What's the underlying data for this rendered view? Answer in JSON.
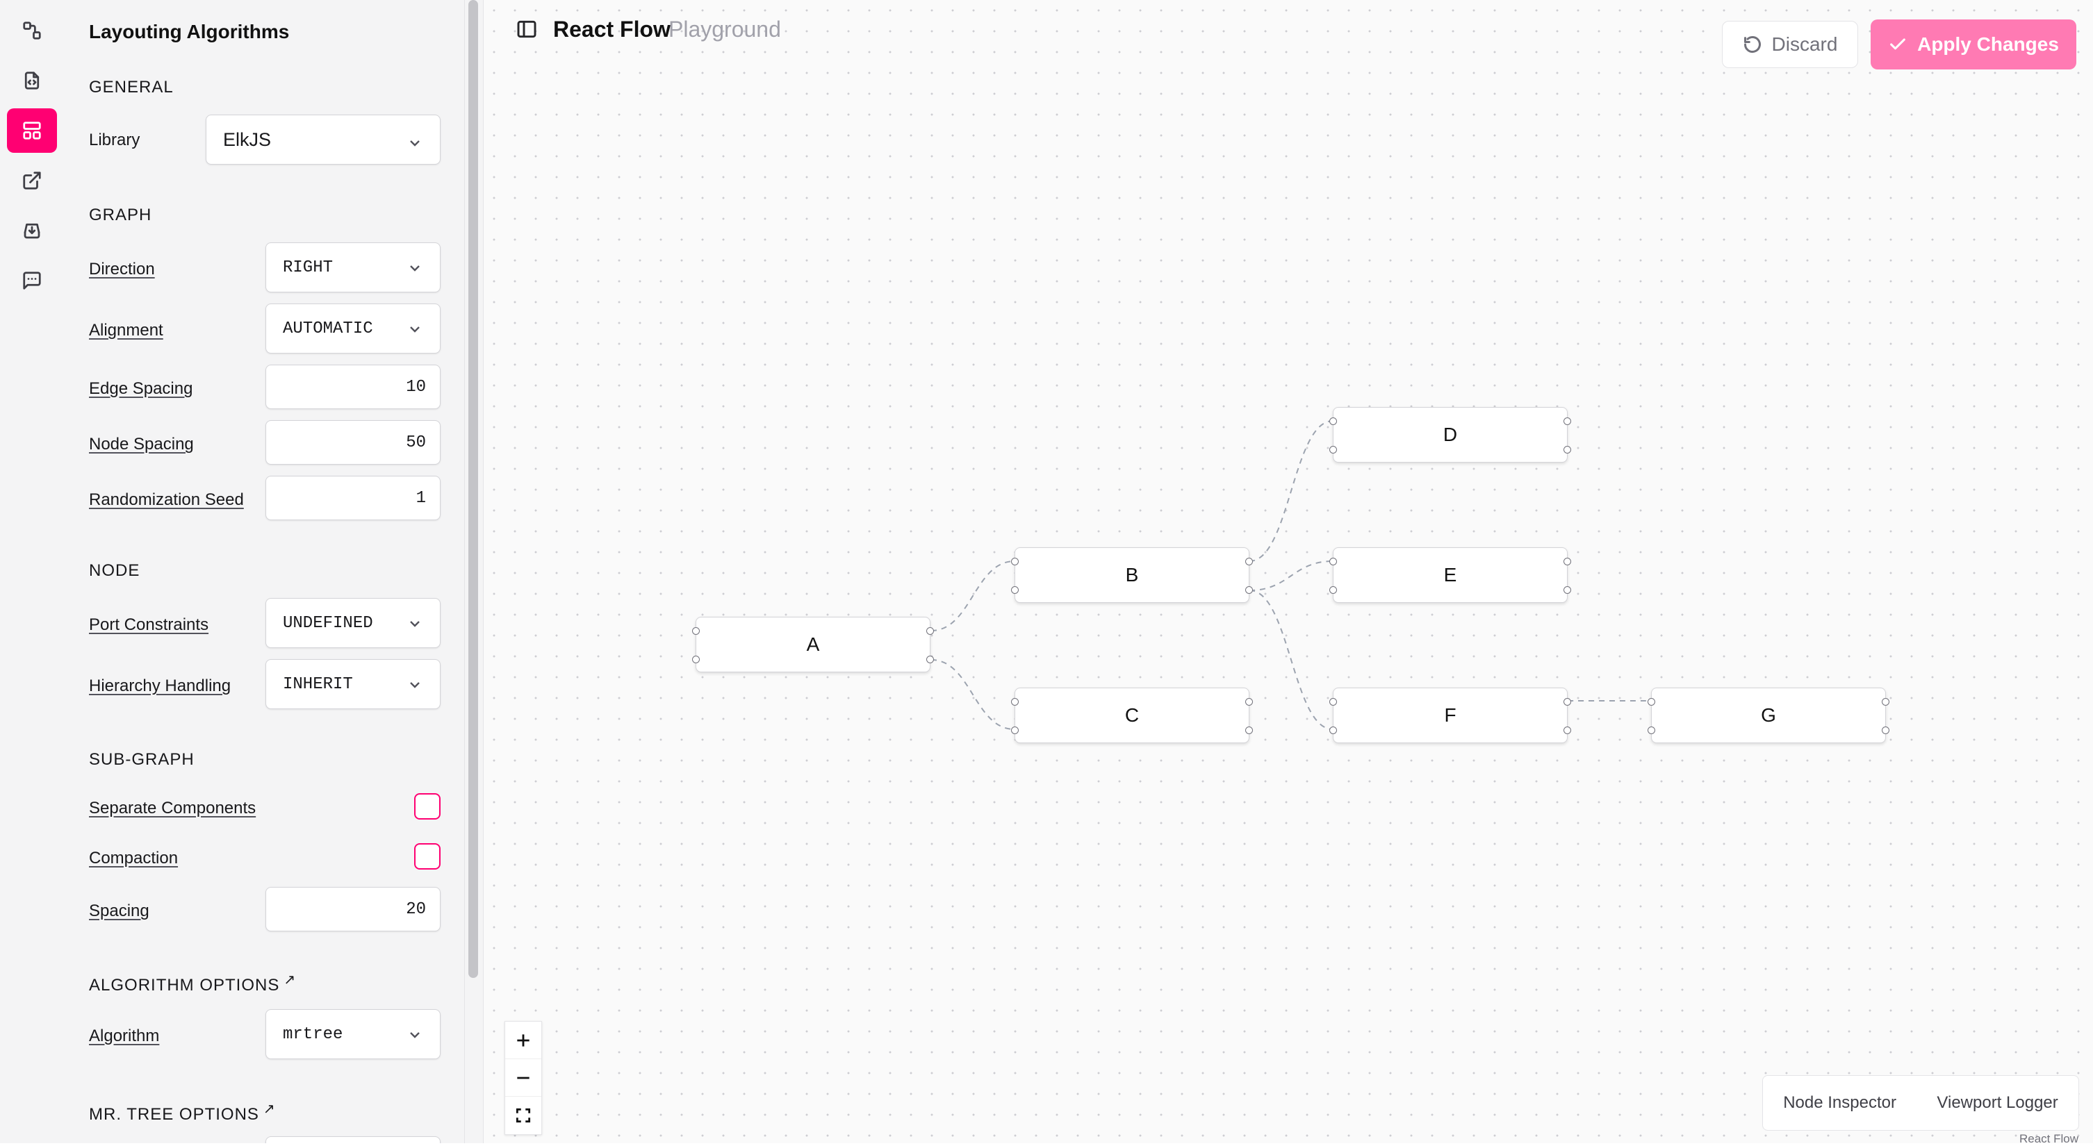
{
  "rail": {
    "items": [
      {
        "name": "nodes-icon",
        "active": false
      },
      {
        "name": "code-file-icon",
        "active": false
      },
      {
        "name": "layout-icon",
        "active": true
      },
      {
        "name": "external-link-icon",
        "active": false
      },
      {
        "name": "download-icon",
        "active": false
      },
      {
        "name": "chat-icon",
        "active": false
      }
    ]
  },
  "panel": {
    "title": "Layouting Algorithms",
    "sections": {
      "general": "GENERAL",
      "graph": "GRAPH",
      "node": "NODE",
      "subgraph": "SUB-GRAPH",
      "algorithm_options": "ALGORITHM OPTIONS",
      "mrtree_options": "MR. TREE OPTIONS"
    },
    "fields": {
      "library": {
        "label": "Library",
        "value": "ElkJS"
      },
      "direction": {
        "label": "Direction",
        "value": "RIGHT"
      },
      "alignment": {
        "label": "Alignment",
        "value": "AUTOMATIC"
      },
      "edge_spacing": {
        "label": "Edge Spacing",
        "value": "10"
      },
      "node_spacing": {
        "label": "Node Spacing",
        "value": "50"
      },
      "randomization_seed": {
        "label": "Randomization Seed",
        "value": "1"
      },
      "port_constraints": {
        "label": "Port Constraints",
        "value": "UNDEFINED"
      },
      "hierarchy_handling": {
        "label": "Hierarchy Handling",
        "value": "INHERIT"
      },
      "separate_components": {
        "label": "Separate Components",
        "checked": false
      },
      "compaction": {
        "label": "Compaction",
        "checked": false
      },
      "spacing": {
        "label": "Spacing",
        "value": "20"
      },
      "algorithm": {
        "label": "Algorithm",
        "value": "mrtree"
      }
    },
    "external_glyph": "↗"
  },
  "header": {
    "title": "React Flow",
    "subtitle": "Playground",
    "discard_label": "Discard",
    "apply_label": "Apply Changes"
  },
  "graph": {
    "nodes": [
      {
        "id": "a",
        "label": "A"
      },
      {
        "id": "b",
        "label": "B"
      },
      {
        "id": "c",
        "label": "C"
      },
      {
        "id": "d",
        "label": "D"
      },
      {
        "id": "e",
        "label": "E"
      },
      {
        "id": "f",
        "label": "F"
      },
      {
        "id": "g",
        "label": "G"
      }
    ],
    "edges": [
      {
        "from": "a",
        "to": "b"
      },
      {
        "from": "a",
        "to": "c"
      },
      {
        "from": "b",
        "to": "d"
      },
      {
        "from": "b",
        "to": "e"
      },
      {
        "from": "b",
        "to": "f"
      },
      {
        "from": "f",
        "to": "g"
      }
    ]
  },
  "controls": {
    "zoom_in": "+",
    "zoom_out": "−",
    "fit_view": "fit-view"
  },
  "devtools": {
    "node_inspector": "Node Inspector",
    "viewport_logger": "Viewport Logger"
  },
  "attribution": "React Flow"
}
